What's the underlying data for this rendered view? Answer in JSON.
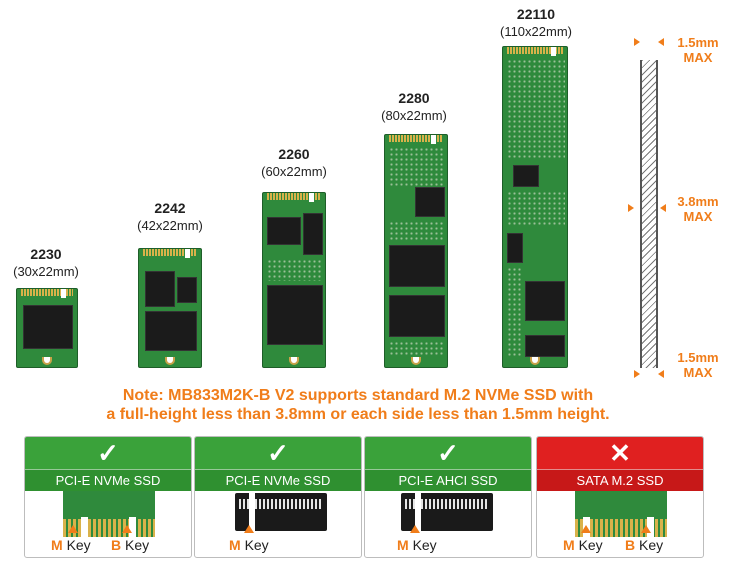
{
  "sizes": [
    {
      "name": "2230",
      "dims": "(30x22mm)"
    },
    {
      "name": "2242",
      "dims": "(42x22mm)"
    },
    {
      "name": "2260",
      "dims": "(60x22mm)"
    },
    {
      "name": "2280",
      "dims": "(80x22mm)"
    },
    {
      "name": "22110",
      "dims": "(110x22mm)"
    }
  ],
  "thickness": {
    "top": {
      "value": "1.5mm",
      "max": "MAX"
    },
    "middle": {
      "value": "3.8mm",
      "max": "MAX"
    },
    "bottom": {
      "value": "1.5mm",
      "max": "MAX"
    }
  },
  "note": {
    "line1": "Note: MB833M2K-B V2 supports standard M.2 NVMe SSD with",
    "line2": "a full-height less than 3.8mm or each side less than 1.5mm height."
  },
  "cards": [
    {
      "status": "supported",
      "symbol": "✓",
      "label": "PCI-E NVMe SSD",
      "keys": [
        "M",
        "B"
      ]
    },
    {
      "status": "supported",
      "symbol": "✓",
      "label": "PCI-E NVMe SSD",
      "keys": [
        "M"
      ]
    },
    {
      "status": "supported",
      "symbol": "✓",
      "label": "PCI-E AHCI SSD",
      "keys": [
        "M"
      ]
    },
    {
      "status": "unsupported",
      "symbol": "✕",
      "label": "SATA M.2 SSD",
      "keys": [
        "M",
        "B"
      ]
    }
  ],
  "key_word": "Key",
  "colors": {
    "accent": "#f07d1a",
    "ok": "#3aa23a",
    "bad": "#e02020",
    "pcb": "#2f8a3c",
    "gold": "#d9b24a"
  }
}
